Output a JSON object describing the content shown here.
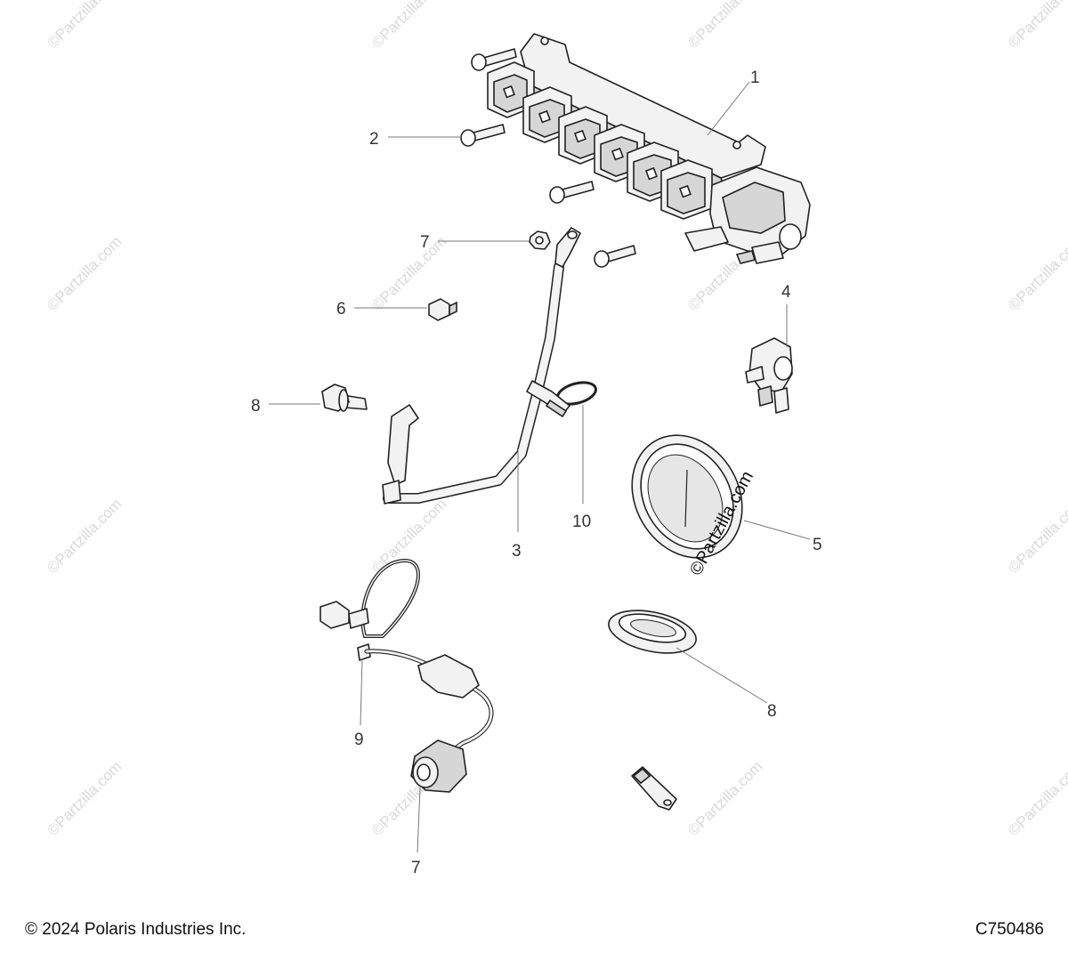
{
  "callouts": {
    "c1": "1",
    "c2": "2",
    "c3": "3",
    "c4": "4",
    "c5": "5",
    "c6": "6",
    "c7a": "7",
    "c7b": "7",
    "c8a": "8",
    "c8b": "8",
    "c9": "9",
    "c10": "10"
  },
  "watermark": {
    "text": "©Partzilla.com",
    "center_text": "©Partzilla.com"
  },
  "footer": {
    "copyright": "© 2024 Polaris Industries Inc.",
    "diagram_id": "C750486"
  },
  "colors": {
    "line": "#222222",
    "fill": "#f2f2f2",
    "watermark": "#d9d9d9"
  }
}
